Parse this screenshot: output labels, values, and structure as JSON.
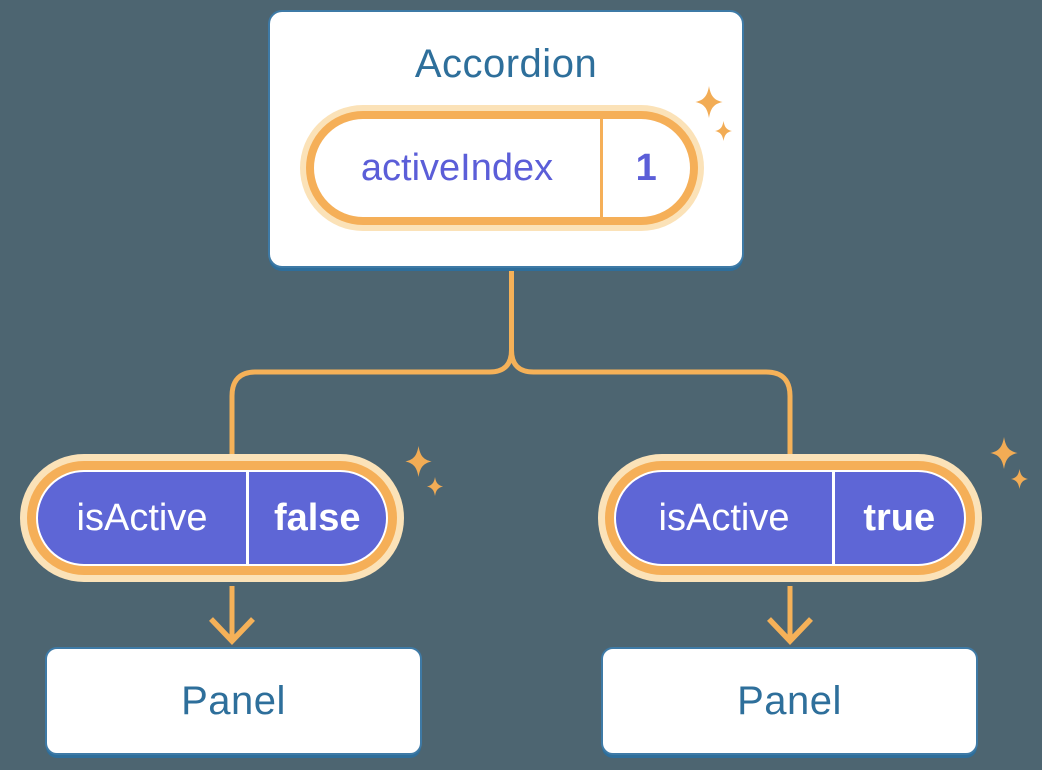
{
  "colors": {
    "background": "#4D6571",
    "card_border": "#3E7AA6",
    "card_shadow": "#2E6E9B",
    "heading_text": "#2E6F9B",
    "pill_ring_orange": "#F5AF58",
    "pill_ring_peach": "#FBE2B8",
    "pill_purple": "#5E66D6",
    "pill_text_purple": "#5B5ED8",
    "connector_orange": "#F5B158",
    "sparkle_orange": "#F2AC55"
  },
  "accordion": {
    "title": "Accordion",
    "state": {
      "label": "activeIndex",
      "value": "1"
    }
  },
  "branches": [
    {
      "prop": {
        "label": "isActive",
        "value": "false"
      },
      "panel": {
        "title": "Panel"
      }
    },
    {
      "prop": {
        "label": "isActive",
        "value": "true"
      },
      "panel": {
        "title": "Panel"
      }
    }
  ]
}
